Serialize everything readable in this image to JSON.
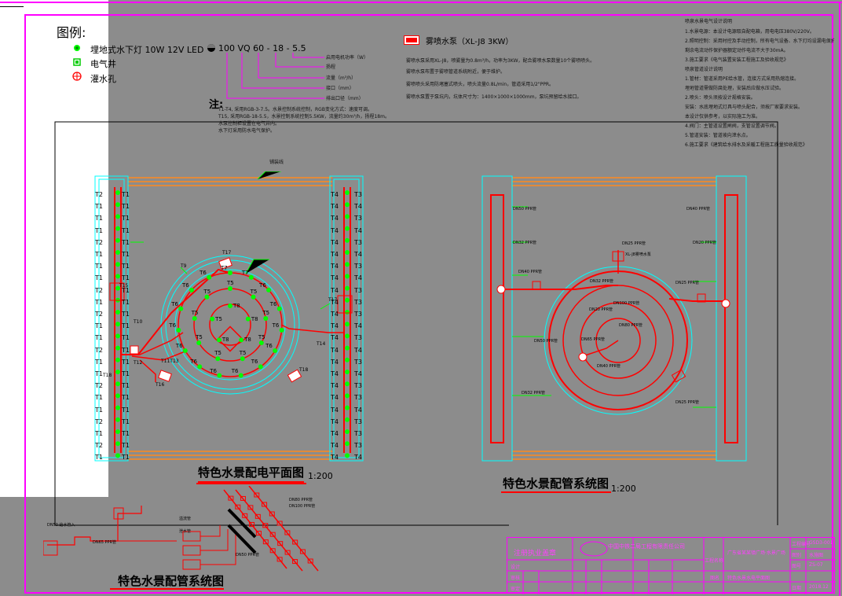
{
  "legend": {
    "title": "图例:",
    "items": [
      {
        "label": "埋地式水下灯  10W 12V LED",
        "icon": "underwater-light-icon"
      },
      {
        "label": "电气井",
        "icon": "electrical-well-icon"
      },
      {
        "label": "灌水孔",
        "icon": "fill-hole-icon"
      }
    ]
  },
  "nozzle_spec": {
    "code": "100  VQ  60 - 18 - 5.5",
    "rows": [
      "启用电机功率（W）",
      "扬程",
      "流量（m³/h）",
      "接口（mm）",
      "排出口径（mm）"
    ]
  },
  "notes": {
    "title": "注:",
    "lines": [
      "T1-T4, 采用RGB-3-7.5。水景控制系统控制，RGB变化方式：速度可调。",
      "T15, 采用RGB-18-5.5，水景控制系统控制5.5KW，流量约30m³/h，扬程18m。",
      "水泵控制柜设置在电气井内。",
      "水下灯采用防水电气保护。"
    ]
  },
  "pump": {
    "label": "雾喷水泵（XL-J8 3KW）",
    "lines": [
      "雾喷水泵采用XL-J8，喷雾量为0.8m³/h，功率为3KW，配合雾喷水泵数量10个雾喷喷头。",
      "雾喷水泵布置于雾喷管道系统附近，便于维护。",
      "雾喷喷头采用防堵塞式喷头，喷头流量0.8L/min，管道采用1/2\"PPR。",
      "雾喷水泵置于泵坑内，坑体尺寸为：1400×1000×1000mm，泵坑预留给水接口。"
    ]
  },
  "requirements": {
    "title": "喷泉水景电气设计说明",
    "lines": [
      "1.水景电源：本设计电源取自配电箱，用电电压380V/220V。",
      "2.照明控制：采用时控及手动控制，所有电气设备、水下灯均设漏电保护装置。",
      "   剩余电流动作保护器额定动作电流不大于30mA。",
      "3.施工要求《电气装置安装工程施工及验收规范》",
      "喷泉管道设计说明",
      "1.管材：管道采用PE给水管，连接方式采用热熔连接。",
      "   埋地管道需做防腐处理，安装后应做水压试验。",
      "2.喷头：喷头须按设计规格安装。",
      "   安装：水底埋地式灯具与喷头配合，须按厂家要求安装。",
      "   本设计仅供参考，以实际施工为准。",
      "4.阀门：主管道设置闸阀，支管设置调节阀。",
      "5.管道安装：管道坡向泄水点。",
      "6.施工要求《建筑给水排水及采暖工程施工质量验收规范》"
    ]
  },
  "plan_left": {
    "title": "特色水景配电平面图",
    "scale": "1:200",
    "top_label": "铺装线",
    "col_left_a": [
      "T2",
      "T1",
      "T1",
      "T1",
      "T2",
      "T1",
      "T1",
      "T1",
      "T2",
      "T1",
      "T2",
      "T1",
      "T1",
      "T2",
      "T1",
      "T1",
      "T2",
      "T1",
      "T1",
      "T2",
      "T1",
      "T2",
      "T1"
    ],
    "col_left_b": [
      "T1",
      "T1",
      "T1",
      "T1",
      "T1",
      "T1",
      "T1",
      "T1",
      "T1",
      "T1",
      "T1",
      "T1",
      "T1",
      "T1",
      "T1",
      "T1",
      "T1",
      "T1",
      "T1",
      "T1",
      "T1",
      "T1",
      "T1"
    ],
    "col_right_a": [
      "T4",
      "T4",
      "T4",
      "T4",
      "T4",
      "T4",
      "T4",
      "T4",
      "T4",
      "T4",
      "T4",
      "T4",
      "T4",
      "T4",
      "T4",
      "T4",
      "T4",
      "T4",
      "T4",
      "T4",
      "T4",
      "T4",
      "T4"
    ],
    "col_right_b": [
      "T3",
      "T4",
      "T3",
      "T4",
      "T3",
      "T4",
      "T3",
      "T4",
      "T3",
      "T3",
      "T3",
      "T4",
      "T3",
      "T4",
      "T3",
      "T4",
      "T3",
      "T3",
      "T4",
      "T3",
      "T3",
      "T3",
      "T4"
    ],
    "ring_outer": [
      "T7",
      "T7",
      "T6",
      "T6",
      "T6",
      "T6",
      "T6",
      "T6",
      "T6",
      "T6",
      "T6",
      "T6",
      "T6",
      "T6",
      "T6"
    ],
    "ring_mid": [
      "T5",
      "T5",
      "T5",
      "T5",
      "T5",
      "T5",
      "T5",
      "T5",
      "T5"
    ],
    "ring_inner": [
      "T8",
      "T8",
      "T8",
      "T8",
      "T5"
    ],
    "callouts": [
      "T17",
      "T15",
      "T16",
      "T10",
      "T12",
      "T11T13",
      "T18",
      "T18",
      "T9",
      "T17",
      "T14"
    ]
  },
  "plan_right": {
    "title": "特色水景配管系统图",
    "scale": "1:200",
    "labels": [
      "DN50 PPR管",
      "DN40 PPR管",
      "DN32 PPR管",
      "DN25 PPR管",
      "DN20 PPR管",
      "XL-J8雾喷水泵",
      "DN40 PPR管",
      "DN32 PPR管",
      "DN25 PPR管",
      "DN20 PPR管",
      "DN100 PPR管",
      "DN80 PPR管",
      "DN65 PPR管",
      "DN50 PPR管",
      "DN40 PPR管",
      "DN32 PPR管",
      "DN25 PPR管"
    ]
  },
  "bottom": {
    "title": "特色水景配管系统图",
    "labels": [
      "DN50 给水管入",
      "溢流管",
      "泄水管",
      "DN80 PPR管",
      "DN100 PPR管",
      "DN65 PPR管",
      "DN50 PPR管"
    ]
  },
  "title_block": {
    "stamp": "注册执业盖章",
    "company": "中国中铁二局工程有限责任公司",
    "project_label": "工程名称",
    "project": "广东省某某镇广场·水景广场",
    "drawing_label": "图名",
    "drawing": "特色水景水电平面图",
    "right_rows": [
      [
        "工程编号",
        "GSD3-001"
      ],
      [
        "图别",
        "水施图"
      ],
      [
        "图号",
        "ZS-07"
      ],
      [
        "日期",
        "2018.12"
      ]
    ],
    "bottom_rows": [
      "设计",
      "审核",
      "审定"
    ]
  }
}
